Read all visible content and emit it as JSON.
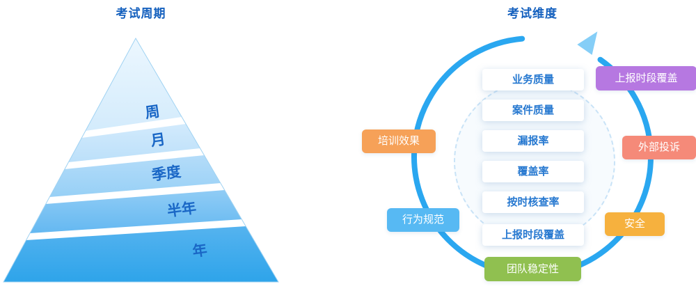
{
  "left_panel": {
    "title": "考试周期",
    "pyramid_levels": [
      "周",
      "月",
      "季度",
      "半年",
      "年"
    ]
  },
  "right_panel": {
    "title": "考试维度",
    "inner_metrics": [
      "业务质量",
      "案件质量",
      "漏报率",
      "覆盖率",
      "按时核查率",
      "上报时段覆盖"
    ],
    "outer_dimensions": [
      {
        "label": "培训效果",
        "color": "#f6a158"
      },
      {
        "label": "上报时段覆盖",
        "color": "#b678e1"
      },
      {
        "label": "外部投诉",
        "color": "#f58a79"
      },
      {
        "label": "安全",
        "color": "#f6b13e"
      },
      {
        "label": "团队稳定性",
        "color": "#90c050"
      },
      {
        "label": "行为规范",
        "color": "#57b9f3"
      }
    ],
    "cycle": {
      "arc_color": "#2aa7f0",
      "arrow_color": "#85cef7"
    }
  }
}
